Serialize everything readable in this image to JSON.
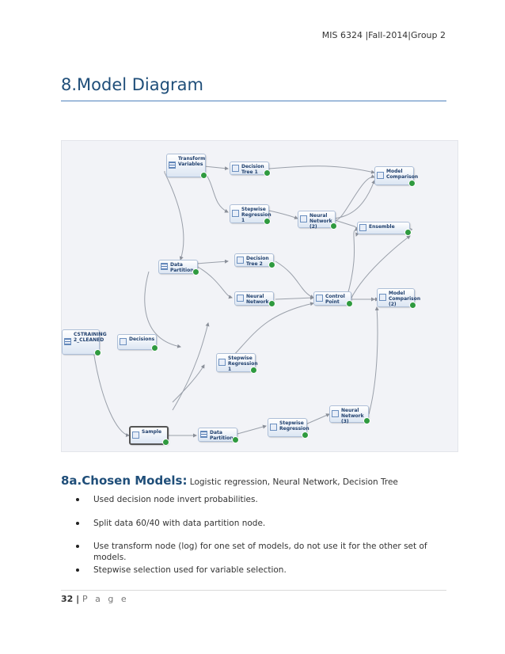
{
  "header": {
    "text": "MIS 6324 |Fall-2014|Group 2"
  },
  "section_title": "8.Model Diagram",
  "diagram": {
    "nodes": {
      "transform": "Transform Variables",
      "tree1": "Decision Tree 1",
      "model_comp": "Model Comparison",
      "stepwise1a": "Stepwise Regression 1",
      "nn2": "Neural Network (2)",
      "ensemble": "Ensemble",
      "data_partition": "Data Partition",
      "tree2": "Decision Tree 2",
      "nn": "Neural Network",
      "control_point": "Control Point",
      "model_comp2": "Model Comparison (2)",
      "cstraining": "CSTRAINING 2_CLEANED",
      "decisions": "Decisions",
      "stepwise1b": "Stepwise Regression 1",
      "nn3": "Neural Network (3)",
      "sample": "Sample",
      "data_partition2": "Data Partition",
      "stepwise": "Stepwise Regression"
    }
  },
  "chosen": {
    "heading": "8a.Chosen Models:",
    "text": " Logistic regression, Neural Network, Decision Tree"
  },
  "bullets": [
    "Used decision node invert probabilities.",
    "Split data 60/40 with data partition node.",
    "Use transform node (log) for one set of models, do not use it for the other set of models.",
    "Stepwise selection used for variable selection."
  ],
  "footer": {
    "page_number": "32",
    "separator": " | ",
    "page_label": "P a g e"
  }
}
